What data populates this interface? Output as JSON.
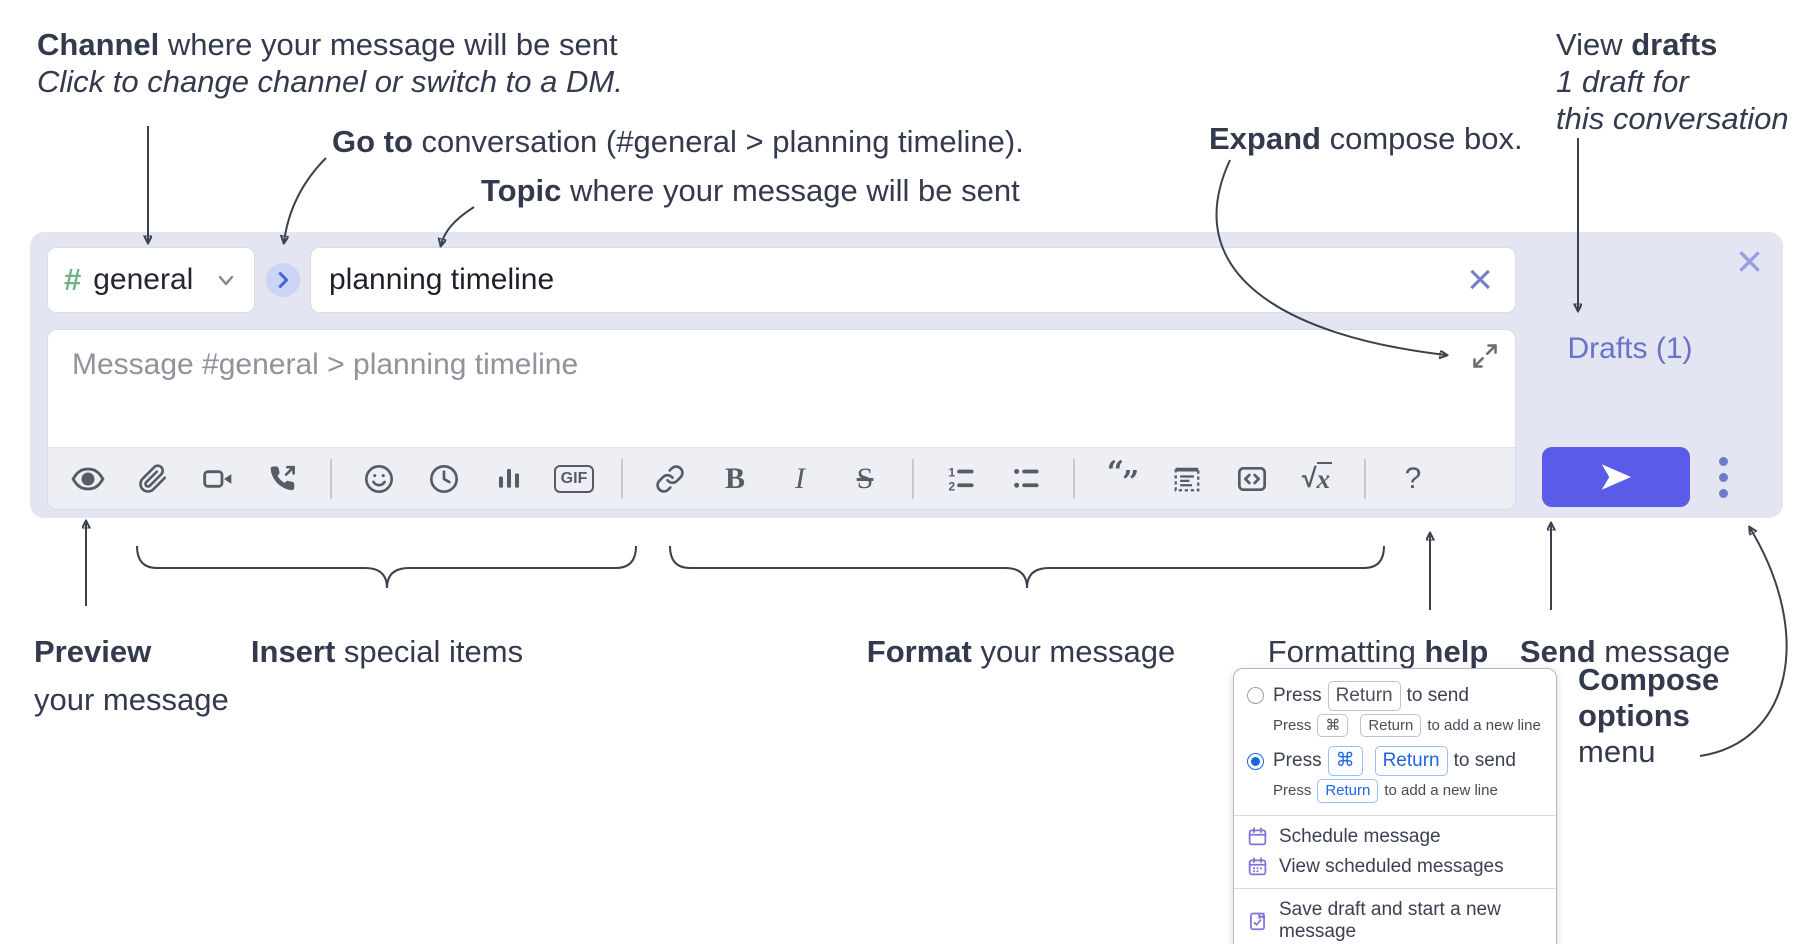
{
  "colors": {
    "annotation_text": "#343a4e",
    "compose_background": "#e3e5f2",
    "channel_hash_green": "#6cb388",
    "drafts_link": "#6a71c8",
    "send_button": "#5a5be6",
    "radio_selected": "#1668e0",
    "kbd_blue_text": "#1e66e0",
    "toolbar_icon": "#585b63"
  },
  "annotations": {
    "channel": {
      "bold": "Channel",
      "rest": " where your message will be sent",
      "sub": "Click to change channel or switch to a DM."
    },
    "goto": {
      "bold": "Go to",
      "rest": " conversation (#general > planning timeline)."
    },
    "topic": {
      "bold": "Topic",
      "rest": " where your message will be sent"
    },
    "expand": {
      "bold": "Expand",
      "rest": " compose box."
    },
    "drafts": {
      "pre": "View ",
      "bold": "drafts",
      "line2": "1 draft for",
      "line3": "this conversation"
    },
    "preview": {
      "bold": "Preview",
      "line2": "your message"
    },
    "insert": {
      "bold": "Insert",
      "rest": " special items"
    },
    "format": {
      "bold": "Format",
      "rest": " your message"
    },
    "formatting_help": {
      "pre": "Formatting ",
      "bold": "help"
    },
    "send": {
      "bold": "Send",
      "rest": " message"
    },
    "compose_options": {
      "bold1": "Compose",
      "bold2": "options",
      "rest": "menu"
    }
  },
  "compose": {
    "channel_hash": "#",
    "channel_name": "general",
    "topic_value": "planning timeline",
    "topic_clear": "×",
    "close": "×",
    "message_placeholder": "Message #general > planning timeline",
    "drafts_label": "Drafts (1)"
  },
  "toolbar": {
    "gif": "GIF",
    "bold": "B",
    "italic": "I",
    "strike": "S",
    "quote_open": "“",
    "quote_close": "”",
    "sqrt_radical": "√",
    "sqrt_x": "x",
    "help": "?"
  },
  "popup": {
    "option1": {
      "main_pre": "Press",
      "main_kbd": "Return",
      "main_post": "to send",
      "sub_pre": "Press",
      "sub_kbd1": "⌘",
      "sub_kbd2": "Return",
      "sub_post": "to add a new line"
    },
    "option2": {
      "main_pre": "Press",
      "main_kbd1": "⌘",
      "main_kbd2": "Return",
      "main_post": "to send",
      "sub_pre": "Press",
      "sub_kbd": "Return",
      "sub_post": "to add a new line"
    },
    "items": [
      {
        "label": "Schedule message"
      },
      {
        "label": "View scheduled messages"
      },
      {
        "label": "Save draft and start a new message"
      }
    ]
  }
}
